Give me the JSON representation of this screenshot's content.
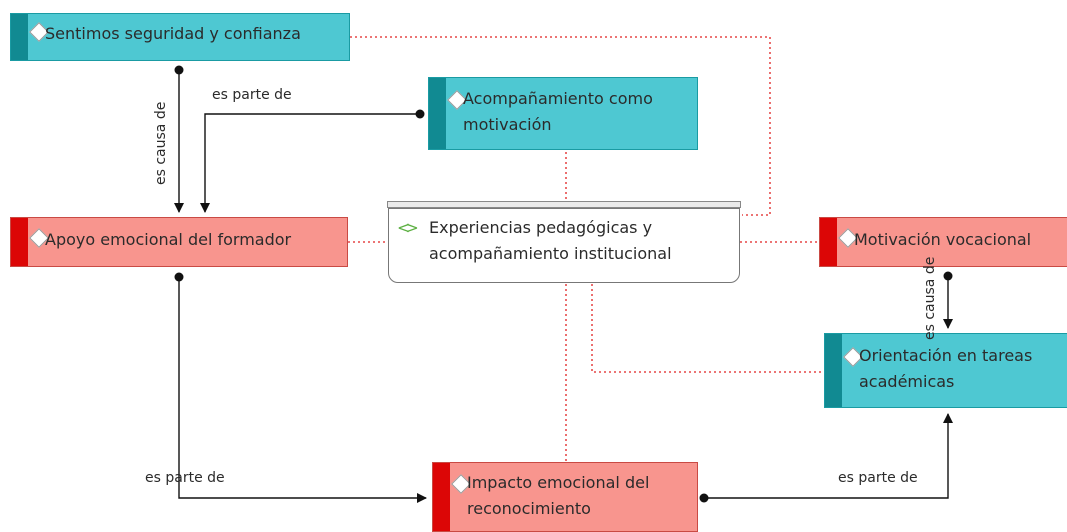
{
  "central": {
    "lines": [
      "Experiencias pedagógicas y",
      "acompañamiento institucional"
    ]
  },
  "nodes": {
    "seguridad": {
      "lines": [
        "Sentimos seguridad y confianza"
      ]
    },
    "acompanamiento": {
      "lines": [
        "Acompañamiento como",
        "motivación"
      ]
    },
    "apoyo": {
      "lines": [
        "Apoyo emocional del formador"
      ]
    },
    "motivacion": {
      "lines": [
        "Motivación vocacional"
      ]
    },
    "orientacion": {
      "lines": [
        "Orientación en tareas",
        "académicas"
      ]
    },
    "impacto": {
      "lines": [
        "Impacto emocional del",
        "reconocimiento"
      ]
    }
  },
  "links": {
    "es_causa_de_1": "es causa de",
    "es_parte_de_1": "es parte de",
    "es_causa_de_2": "es causa de",
    "es_parte_de_2": "es parte de",
    "es_parte_de_3": "es parte de"
  },
  "colors": {
    "teal_fill": "#4ec8d2",
    "teal_bar": "#118a92",
    "red_fill": "#f8958e",
    "red_bar": "#dc0606",
    "dotted": "#e02020"
  }
}
